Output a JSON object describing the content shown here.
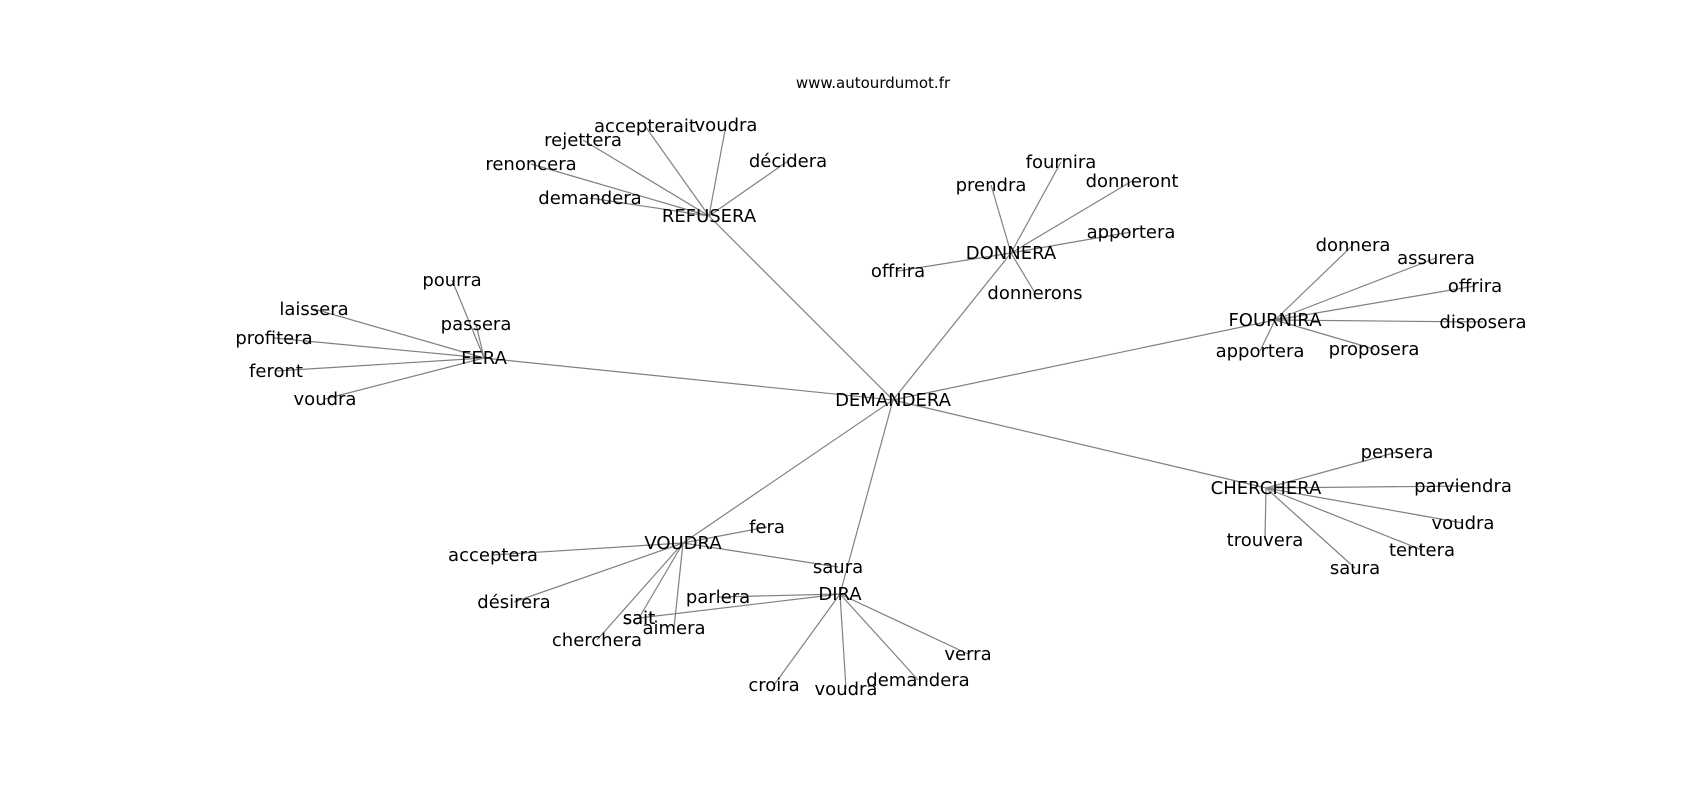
{
  "watermark": "www.autourdumot.fr",
  "graph": {
    "center": "DEMANDERA",
    "hubs": [
      {
        "id": "refusera",
        "label": "REFUSERA",
        "leaves": [
          "accepterait",
          "voudra",
          "rejettera",
          "renoncera",
          "décidera",
          "demandera"
        ]
      },
      {
        "id": "donnera",
        "label": "DONNERA",
        "leaves": [
          "fournira",
          "prendra",
          "donneront",
          "apportera",
          "offrira",
          "donnerons"
        ]
      },
      {
        "id": "fera",
        "label": "FERA",
        "leaves": [
          "pourra",
          "laissera",
          "passera",
          "profitera",
          "feront",
          "voudra"
        ]
      },
      {
        "id": "fournira",
        "label": "FOURNIRA",
        "leaves": [
          "donnera",
          "assurera",
          "offrira",
          "disposera",
          "apportera",
          "proposera"
        ]
      },
      {
        "id": "cherchera",
        "label": "CHERCHERA",
        "leaves": [
          "pensera",
          "parviendra",
          "voudra",
          "trouvera",
          "tentera",
          "saura"
        ]
      },
      {
        "id": "voudra",
        "label": "VOUDRA",
        "leaves": [
          "fera",
          "acceptera",
          "désirera",
          "saura",
          "sait",
          "aimera",
          "cherchera"
        ]
      },
      {
        "id": "dira",
        "label": "DIRA",
        "leaves": [
          "parlera",
          "sait",
          "verra",
          "croira",
          "voudra",
          "demandera"
        ]
      }
    ]
  }
}
